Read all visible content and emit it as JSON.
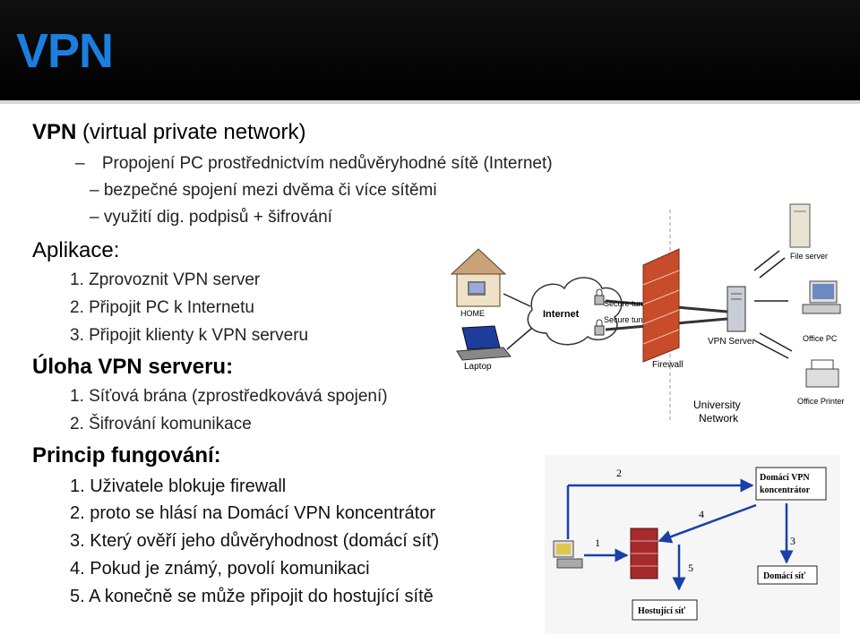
{
  "header": {
    "title": "VPN"
  },
  "intro": {
    "heading_bold": "VPN",
    "heading_rest": " (virtual private network)",
    "bullets": [
      "Propojení PC prostřednictvím nedůvěryhodné sítě (Internet)",
      "bezpečné spojení mezi dvěma či více sítěmi",
      "využití dig. podpisů + šifrování"
    ]
  },
  "aplikace": {
    "heading": "Aplikace:",
    "items": [
      "1.  Zprovoznit VPN server",
      "2.  Připojit PC k Internetu",
      "3.  Připojit klienty k VPN serveru"
    ]
  },
  "uloha": {
    "heading": "Úloha VPN serveru:",
    "items": [
      "1.  Síťová brána (zprostředkovává spojení)",
      "2.  Šifrování komunikace"
    ]
  },
  "princip": {
    "heading": "Princip fungování:",
    "items": [
      "1.  Uživatele blokuje firewall",
      "2.  proto se hlásí na Domácí VPN koncentrátor",
      "3.  Který ověří jeho důvěryhodnost (domácí síť)",
      "4.  Pokud je známý, povolí komunikaci",
      "5.  A konečně se může připojit do hostující sítě"
    ]
  },
  "diagram1": {
    "home": "HOME",
    "laptop": "Laptop",
    "internet": "Internet",
    "tunnel1": "Secure tunnel",
    "tunnel2": "Secure tunnel",
    "firewall": "Firewall",
    "vpn_server": "VPN Server",
    "university1": "University",
    "university2": "Network",
    "file_server": "File server",
    "office_pc": "Office PC",
    "office_printer": "Office Printer"
  },
  "diagram2": {
    "koncentrator1": "Domácí VPN",
    "koncentrator2": "koncentrátor",
    "domaci_sit": "Domácí síť",
    "hostujici_sit": "Hostující síť",
    "n1": "1",
    "n2": "2",
    "n3": "3",
    "n4": "4",
    "n5": "5"
  }
}
